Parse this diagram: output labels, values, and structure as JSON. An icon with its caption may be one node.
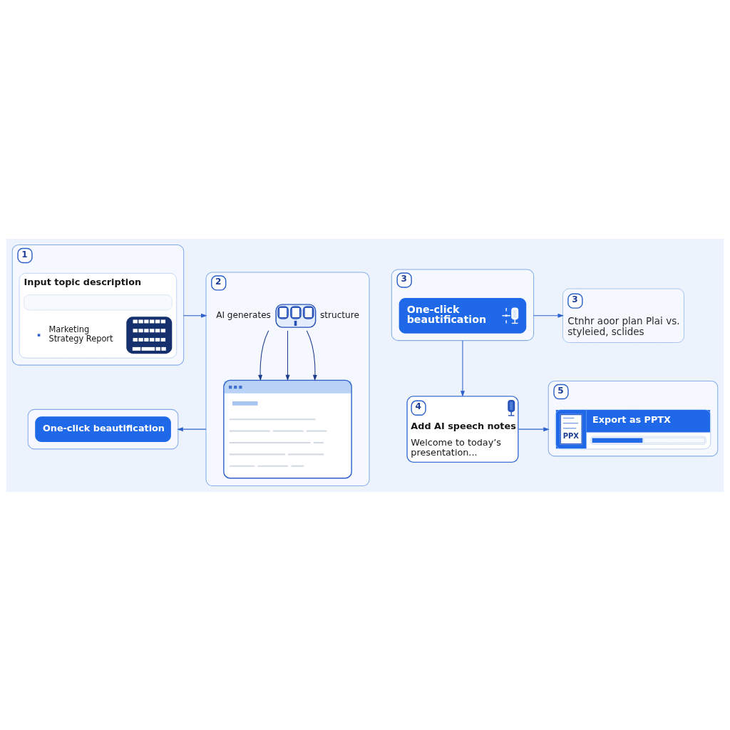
{
  "diagram": {
    "nodes": [
      {
        "text": [
          "1"
        ]
      },
      {
        "text": [
          "Input topic description",
          "Marketing Strategy Report"
        ],
        "in": 0
      },
      {
        "text": [
          "2"
        ]
      },
      {
        "text": [],
        "shape": "picture",
        "beside": [
          "AI generates",
          "structure"
        ],
        "in": 2
      },
      {
        "text": [],
        "shape": "box",
        "in": 2
      },
      {
        "text": [],
        "shape": "box"
      },
      {
        "text": [
          "One-click beautification"
        ],
        "in": 5
      },
      {
        "text": [
          "3"
        ]
      },
      {
        "text": [
          "One-click beautification"
        ],
        "in": 7
      },
      {
        "text": [
          "3",
          "Ctnhr aoor plan Plai vs. styleied, sclides"
        ]
      },
      {
        "text": [
          "4",
          "Add AI speech notes",
          "Welcome to today’s presentation..."
        ]
      },
      {
        "text": [
          "5"
        ]
      },
      {
        "text": [
          "Export as PPTX",
          "PPX"
        ],
        "in": 11
      }
    ],
    "edges": [
      {
        "from": 0,
        "to": 2,
        "arrow": "to"
      },
      {
        "from": 2,
        "to": 5,
        "arrow": "to"
      },
      {
        "from": 3,
        "to": 4,
        "arrow": "to",
        "color": "#1d3c8c"
      },
      {
        "from": 3,
        "to": 4,
        "arrow": "to",
        "color": "#1d3c8c"
      },
      {
        "from": 3,
        "to": 4,
        "arrow": "to",
        "color": "#1d3c8c"
      },
      {
        "from": 7,
        "to": 9,
        "arrow": "to"
      },
      {
        "from": 7,
        "to": 10,
        "arrow": "to"
      },
      {
        "from": 10,
        "to": 11,
        "arrow": "to"
      }
    ]
  }
}
